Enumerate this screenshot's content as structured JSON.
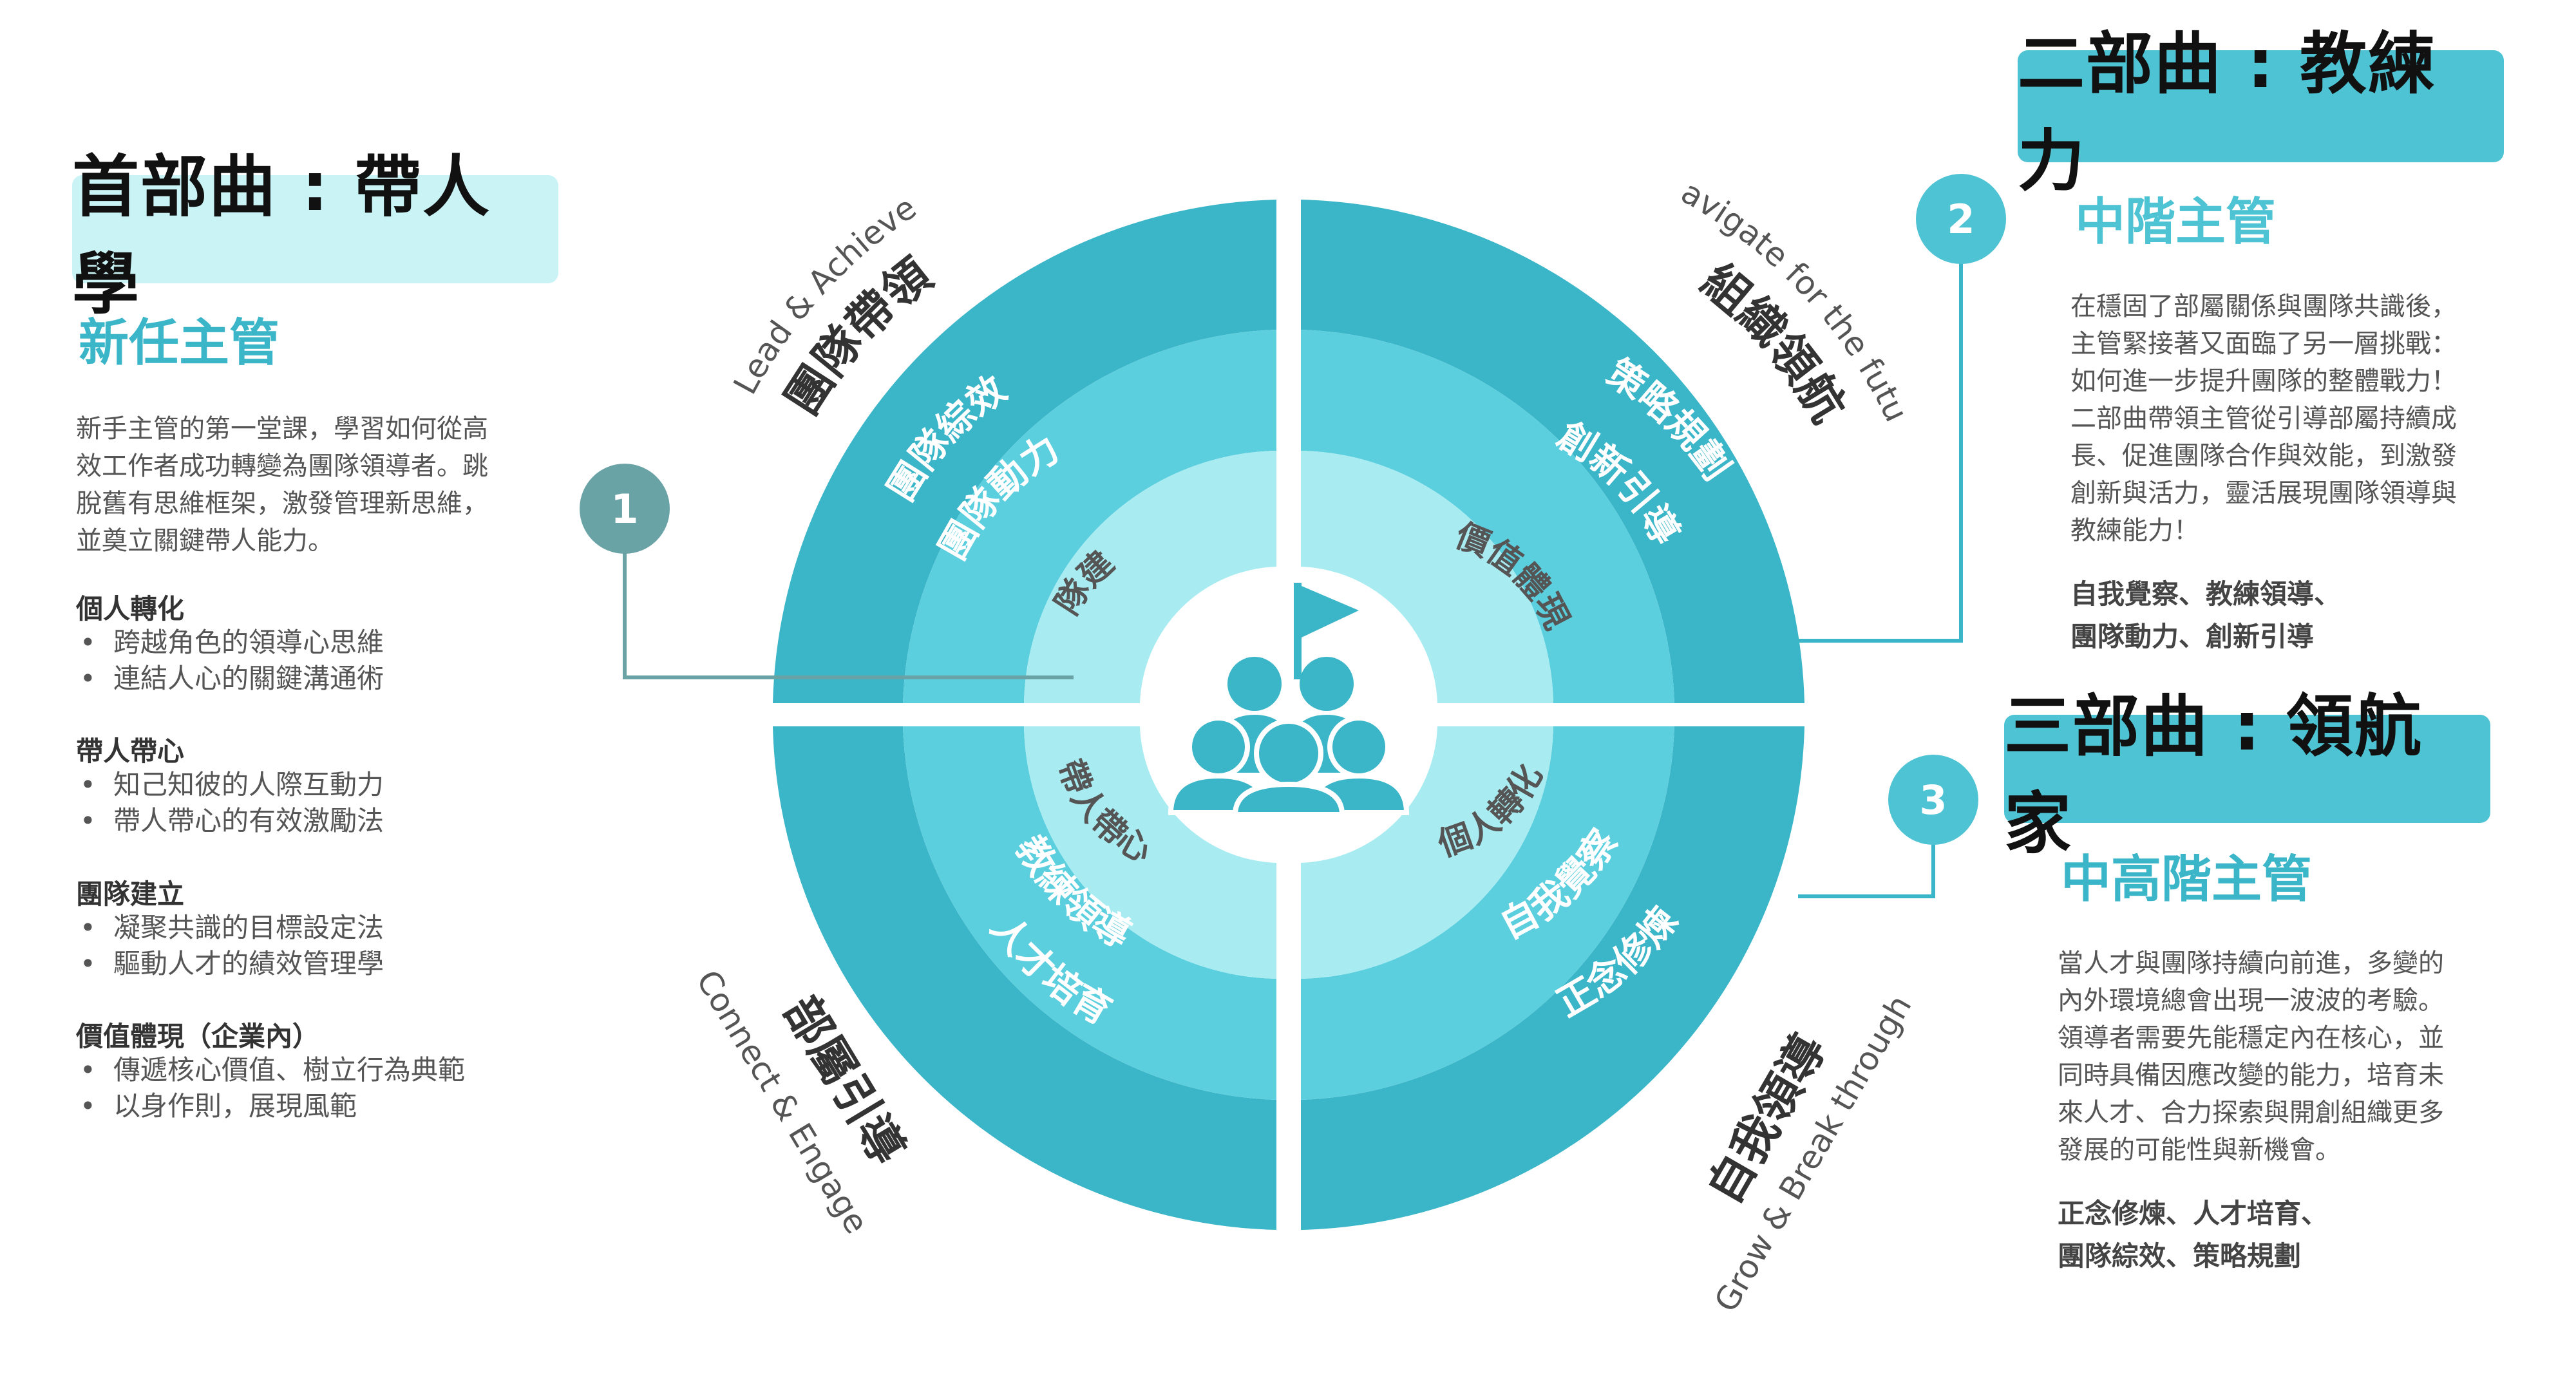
{
  "colors": {
    "ring_outer": "#3bb6c8",
    "ring_middle": "#5ccfdf",
    "ring_inner": "#a8ecf2",
    "title_box_1": "#c9f3f5",
    "title_box_2": "#4ec3d3",
    "accent": "#3bb6c8",
    "marker_1": "#6aa3a6"
  },
  "center_icon": "team-flag-icon",
  "quadrants": {
    "top_left": {
      "english": "Lead & Achieve",
      "main": "團隊帶領",
      "outer": "團隊綜效",
      "middle": "團隊動力",
      "inner": "團隊建立"
    },
    "top_right": {
      "english": "Navigate for the future",
      "main": "組織領航",
      "outer": "策略規劃",
      "middle": "創新引導",
      "inner": "價值體現"
    },
    "bottom_left": {
      "english": "Connect & Engage",
      "main": "部屬引導",
      "outer": "人才培育",
      "middle": "教練領導",
      "inner": "帶人帶心"
    },
    "bottom_right": {
      "english": "Grow & Break through",
      "main": "自我領導",
      "outer": "正念修煉",
      "middle": "自我覺察",
      "inner": "個人轉化"
    }
  },
  "part1": {
    "number": "1",
    "title": "首部曲 : 帶人學",
    "level": "新任主管",
    "lines": [
      "新手主管的第一堂課，學習如何從高",
      "效工作者成功轉變為團隊領導者。跳",
      "脫舊有思維框架，激發管理新思維，",
      "並奠立關鍵帶人能力。"
    ],
    "groups": [
      {
        "heading": "個人轉化",
        "items": [
          "跨越角色的領導心思維",
          "連結人心的關鍵溝通術"
        ]
      },
      {
        "heading": "帶人帶心",
        "items": [
          "知己知彼的人際互動力",
          "帶人帶心的有效激勵法"
        ]
      },
      {
        "heading": "團隊建立",
        "items": [
          "凝聚共識的目標設定法",
          "驅動人才的績效管理學"
        ]
      },
      {
        "heading": "價值體現（企業內）",
        "items": [
          "傳遞核心價值、樹立行為典範",
          "以身作則，展現風範"
        ]
      }
    ]
  },
  "part2": {
    "number": "2",
    "title": "二部曲 : 教練力",
    "level": "中階主管",
    "lines": [
      "在穩固了部屬關係與團隊共識後，",
      "主管緊接著又面臨了另一層挑戰：",
      "如何進一步提升團隊的整體戰力！",
      "二部曲帶領主管從引導部屬持續成",
      "長、促進團隊合作與效能，到激發",
      "創新與活力，靈活展現團隊領導與",
      "教練能力！"
    ],
    "bold_lines": [
      "自我覺察、教練領導、",
      "團隊動力、創新引導"
    ]
  },
  "part3": {
    "number": "3",
    "title": "三部曲 : 領航家",
    "level": "中高階主管",
    "lines": [
      "當人才與團隊持續向前進，多變的",
      "內外環境總會出現一波波的考驗。",
      "領導者需要先能穩定內在核心，並",
      "同時具備因應改變的能力，培育未",
      "來人才、合力探索與開創組織更多",
      "發展的可能性與新機會。"
    ],
    "bold_lines": [
      "正念修煉、人才培育、",
      "團隊綜效、策略規劃"
    ]
  }
}
